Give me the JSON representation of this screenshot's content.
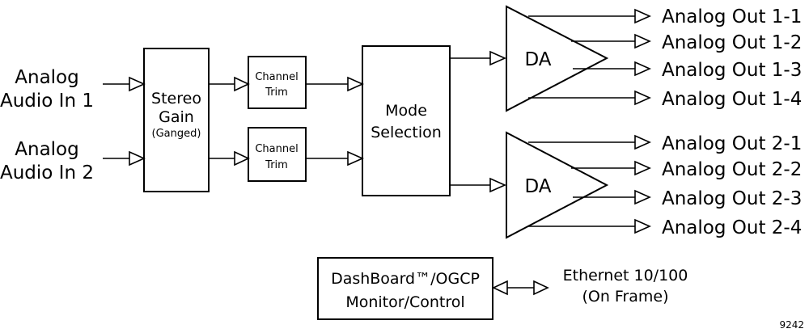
{
  "inputs": [
    {
      "line1": "Analog",
      "line2": "Audio In 1"
    },
    {
      "line1": "Analog",
      "line2": "Audio In 2"
    }
  ],
  "stereo_gain": {
    "line1": "Stereo",
    "line2": "Gain",
    "line3": "(Ganged)"
  },
  "channel_trim": [
    {
      "line1": "Channel",
      "line2": "Trim"
    },
    {
      "line1": "Channel",
      "line2": "Trim"
    }
  ],
  "mode_selection": {
    "line1": "Mode",
    "line2": "Selection"
  },
  "da": [
    {
      "label": "DA"
    },
    {
      "label": "DA"
    }
  ],
  "outputs": [
    "Analog Out 1-1",
    "Analog Out 1-2",
    "Analog Out 1-3",
    "Analog Out 1-4",
    "Analog Out 2-1",
    "Analog Out 2-2",
    "Analog Out 2-3",
    "Analog Out 2-4"
  ],
  "control": {
    "line1": "DashBoard™/OGCP",
    "line2": "Monitor/Control"
  },
  "ethernet": {
    "line1": "Ethernet 10/100",
    "line2": "(On Frame)"
  },
  "figure_number": "9242"
}
